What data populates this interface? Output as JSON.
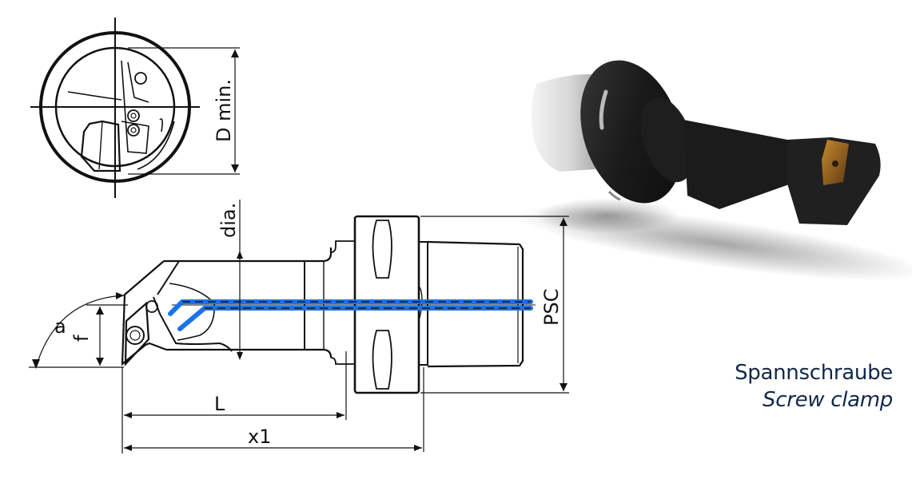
{
  "diagram": {
    "subject": "Boring bar tool holder with PSC (Polygon shank) coupling",
    "end_view": {
      "dimension_label": "D min."
    },
    "side_view": {
      "dimension_labels": {
        "diameter": "dia.",
        "angle": "a",
        "offset": "f",
        "length": "L",
        "overall_length": "x1",
        "coupling": "PSC"
      },
      "coolant_channel_color": "#1a73e8"
    },
    "photo": {
      "description": "Product photo of boring bar with PSC coupling and indexable insert"
    }
  },
  "caption": {
    "german": "Spannschraube",
    "english": "Screw clamp",
    "color": "#13284a"
  }
}
